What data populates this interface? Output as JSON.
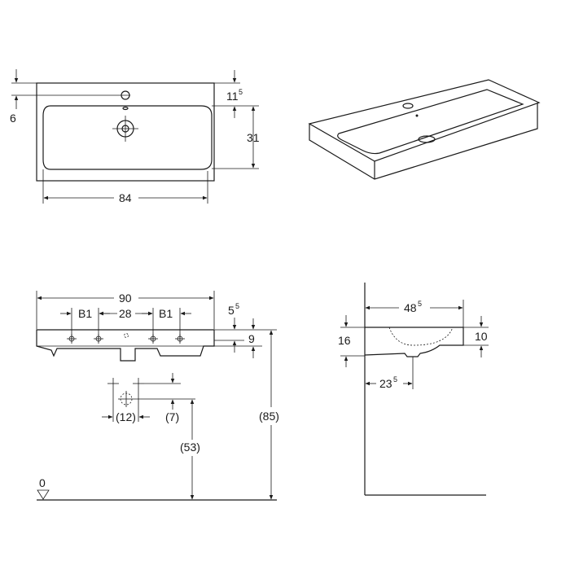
{
  "top_view": {
    "dim_6": "6",
    "dim_11_main": "11",
    "dim_11_sup": "5",
    "dim_31": "31",
    "dim_84": "84"
  },
  "front_view": {
    "dim_90": "90",
    "dim_b1_left": "B1",
    "dim_28": "28",
    "dim_b1_right": "B1",
    "dim_5_main": "5",
    "dim_5_sup": "5",
    "dim_9": "9",
    "dim_12": "(12)",
    "dim_7": "(7)",
    "dim_53": "(53)",
    "dim_85": "(85)",
    "dim_0": "0"
  },
  "side_view": {
    "dim_48_main": "48",
    "dim_48_sup": "5",
    "dim_16": "16",
    "dim_10": "10",
    "dim_23_main": "23",
    "dim_23_sup": "5"
  }
}
